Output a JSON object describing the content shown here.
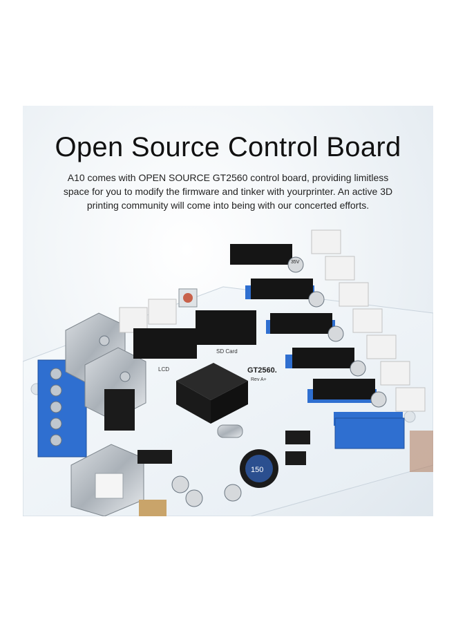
{
  "headline": {
    "title": "Open Source Control Board",
    "description": "A10 comes with OPEN SOURCE GT2560 control board, providing limitless space for you to modify the firmware and tinker with yourprinter. An active 3D printing community will come into being with our concerted efforts."
  },
  "board": {
    "model_label": "GT2560.",
    "revision_label": "Rev A+",
    "sd_label": "SD Card",
    "lcd_label": "LCD",
    "inductor_label": "150",
    "capacitor_label": "35V"
  },
  "colors": {
    "background": "#ffffff",
    "pcb": "#f4f8fb",
    "terminal_blue": "#2f6fd0",
    "header_black": "#151515",
    "connector_white": "#f2f2f2"
  }
}
